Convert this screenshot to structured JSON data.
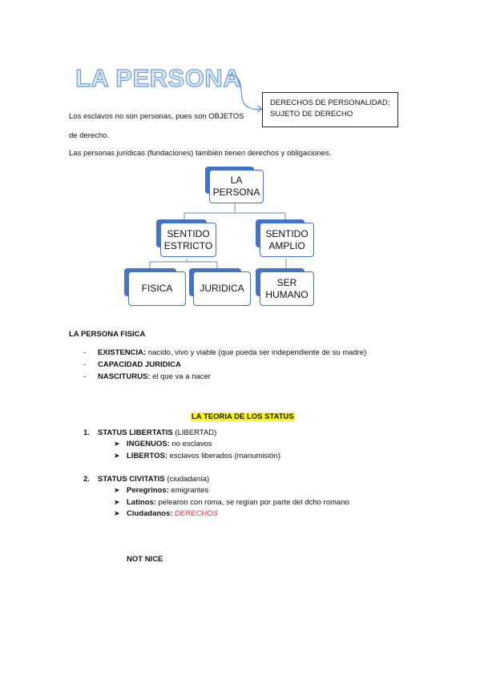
{
  "title": "LA PERSONA",
  "callout": {
    "line1": "DERECHOS DE PERSONALIDAD;",
    "line2": "SUJETO DE DERECHO"
  },
  "intro": {
    "line1": "Los esclavos no son personas, pues son OBJETOS",
    "line2": "de derecho.",
    "line3": "Las personas jurídicas (fundaciones) también tienen derechos y obligaciones."
  },
  "diagram": {
    "root": {
      "line1": "LA",
      "line2": "PERSONA"
    },
    "strict": {
      "line1": "SENTIDO",
      "line2": "ESTRICTO"
    },
    "broad": {
      "line1": "SENTIDO",
      "line2": "AMPLIO"
    },
    "fisica": "FISICA",
    "juridica": "JURIDICA",
    "ser": {
      "line1": "SER",
      "line2": "HUMANO"
    }
  },
  "persona_fisica": {
    "heading": "LA PERSONA FISICA",
    "items": [
      {
        "term": "EXISTENCIA:",
        "desc": " nacido, vivo y viable (que pueda ser independiente de su madre)"
      },
      {
        "term": "CAPACIDAD JURIDICA",
        "desc": ""
      },
      {
        "term": "NASCITURUS:",
        "desc": " el que va a nacer"
      }
    ]
  },
  "status": {
    "heading": "LA TEORIA DE LOS STATUS",
    "s1": {
      "num": "1.",
      "term": "STATUS LIBERTATIS",
      "paren": " (LIBERTAD)",
      "items": [
        {
          "term": "INGENUOS:",
          "desc": " no esclavos"
        },
        {
          "term": "LIBERTOS:",
          "desc": " esclavos liberados (manumisión)"
        }
      ]
    },
    "s2": {
      "num": "2.",
      "term": "STATUS CIVITATIS",
      "paren": " (ciudadanía)",
      "items": [
        {
          "term": "Peregrinos:",
          "desc": " emigrantes"
        },
        {
          "term": "Latinos:",
          "desc": " pelearon con roma, se regían por parte del dcho romano"
        },
        {
          "term": "Ciudadanos:",
          "desc": " DERECHOS"
        }
      ]
    }
  },
  "footer_note": "NOT NICE"
}
